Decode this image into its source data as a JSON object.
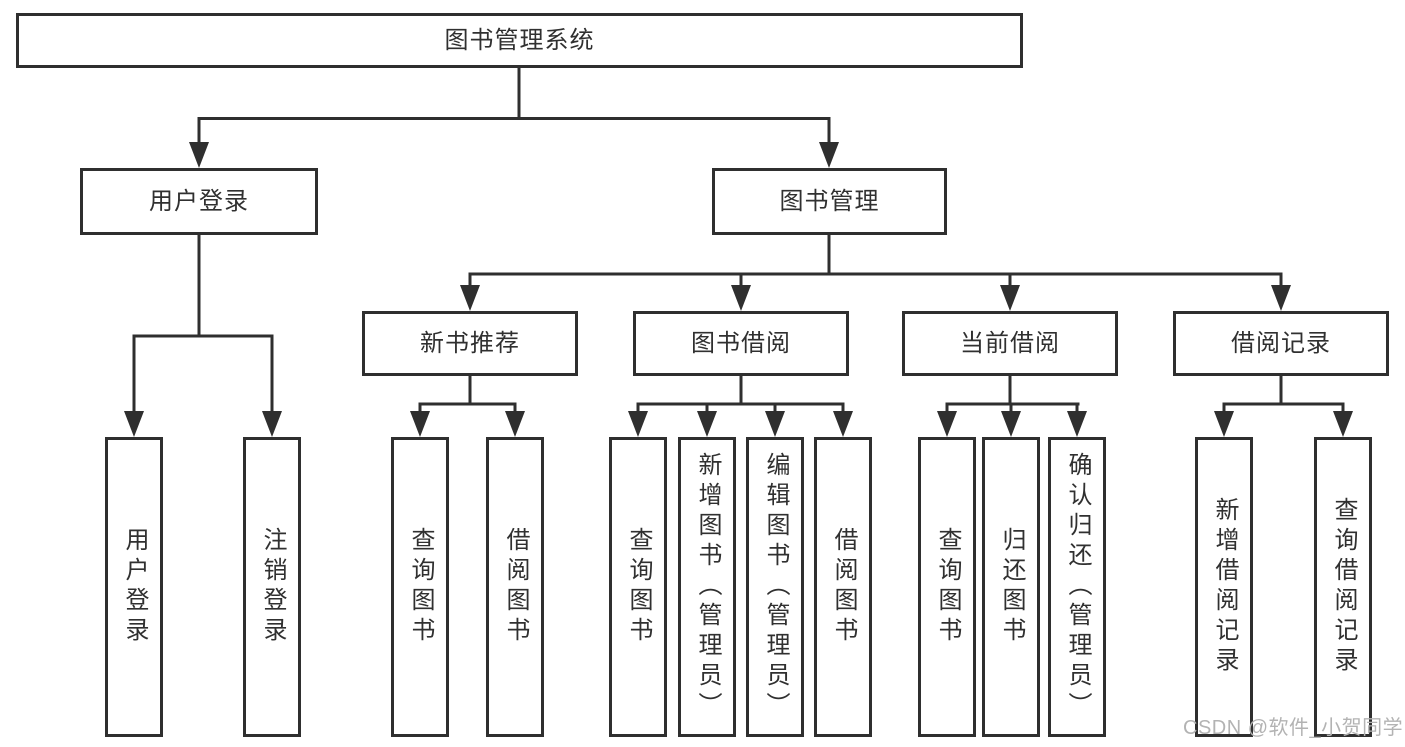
{
  "diagram": {
    "title_node": {
      "label": "图书管理系统"
    },
    "level2": [
      {
        "label": "用户登录"
      },
      {
        "label": "图书管理"
      }
    ],
    "level3": [
      {
        "label": "新书推荐"
      },
      {
        "label": "图书借阅"
      },
      {
        "label": "当前借阅"
      },
      {
        "label": "借阅记录"
      }
    ],
    "leaves": [
      {
        "label": "用户登录"
      },
      {
        "label": "注销登录"
      },
      {
        "label": "查询图书"
      },
      {
        "label": "借阅图书"
      },
      {
        "label": "查询图书"
      },
      {
        "label": "新增图书（管理员）"
      },
      {
        "label": "编辑图书（管理员）"
      },
      {
        "label": "借阅图书"
      },
      {
        "label": "查询图书"
      },
      {
        "label": "归还图书"
      },
      {
        "label": "确认归还（管理员）"
      },
      {
        "label": "新增借阅记录"
      },
      {
        "label": "查询借阅记录"
      }
    ],
    "line_color": "#2f2f2f",
    "box_fill": "#ffffff"
  },
  "watermark": {
    "text": "CSDN @软件_小贺同学",
    "color": "#b3b3b3"
  }
}
